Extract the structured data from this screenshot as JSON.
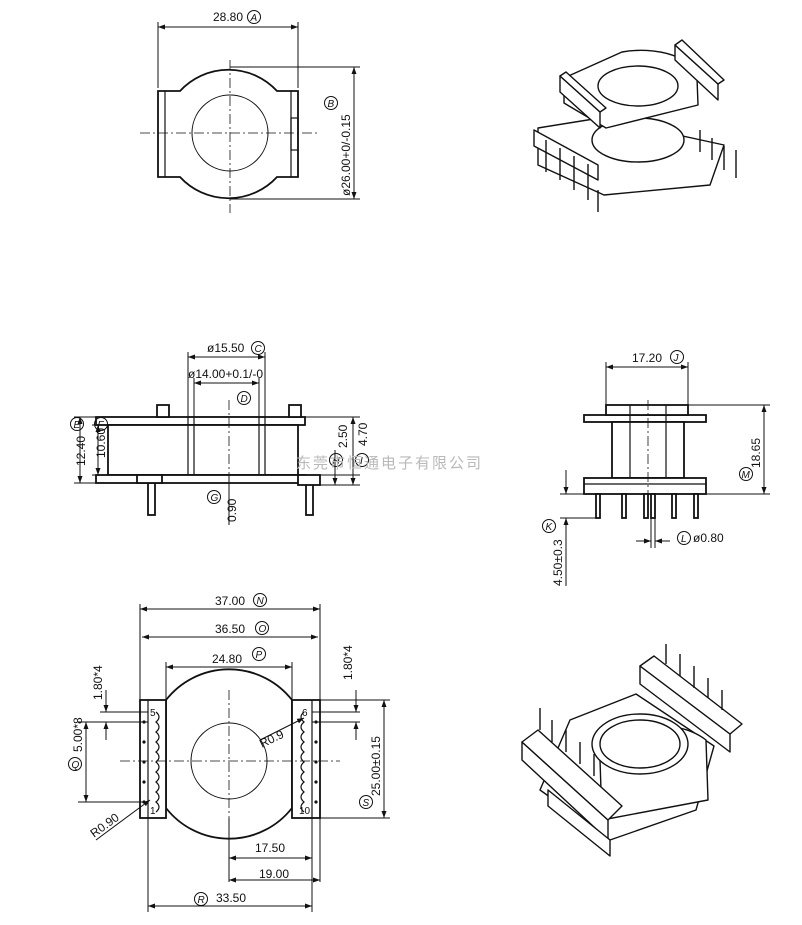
{
  "watermark": "东莞市恒通电子有限公司",
  "top_view": {
    "width_dim": "28.80",
    "width_tag": "A",
    "diameter_dim": "ø26.00+0/-0.15",
    "diameter_tag": "B"
  },
  "side_view": {
    "outer_dia_dim": "ø15.50",
    "outer_dia_tag": "C",
    "inner_dia_dim": "ø14.00+0.1/-0",
    "inner_dia_tag": "D",
    "height_e_dim": "12.40",
    "height_e_tag": "E",
    "height_f_dim": "10.60",
    "height_f_tag": "F",
    "flange_g_dim": "0.90",
    "flange_g_tag": "G",
    "step_h_dim": "2.50",
    "step_h_tag": "H",
    "step_i_dim": "4.70",
    "step_i_tag": "I"
  },
  "end_view": {
    "width_j_dim": "17.20",
    "width_j_tag": "J",
    "pin_len_k_dim": "4.50±0.3",
    "pin_len_k_tag": "K",
    "pin_dia_l_dim": "ø0.80",
    "pin_dia_l_tag": "L",
    "height_m_dim": "18.65",
    "height_m_tag": "M"
  },
  "bottom_view": {
    "dim_n": "37.00",
    "tag_n": "N",
    "dim_o": "36.50",
    "tag_o": "O",
    "dim_p": "24.80",
    "tag_p": "P",
    "pitch_left": "1.80*4",
    "pitch_right": "1.80*4",
    "dim_q": "5.00*8",
    "tag_q": "Q",
    "radius_09": "R0.9",
    "radius_090": "R0.90",
    "dim_s": "25.00±0.15",
    "tag_s": "S",
    "dim_1750": "17.50",
    "dim_1900": "19.00",
    "dim_r": "33.50",
    "tag_r": "R",
    "pin_labels": [
      "5",
      "1",
      "6",
      "10"
    ]
  }
}
